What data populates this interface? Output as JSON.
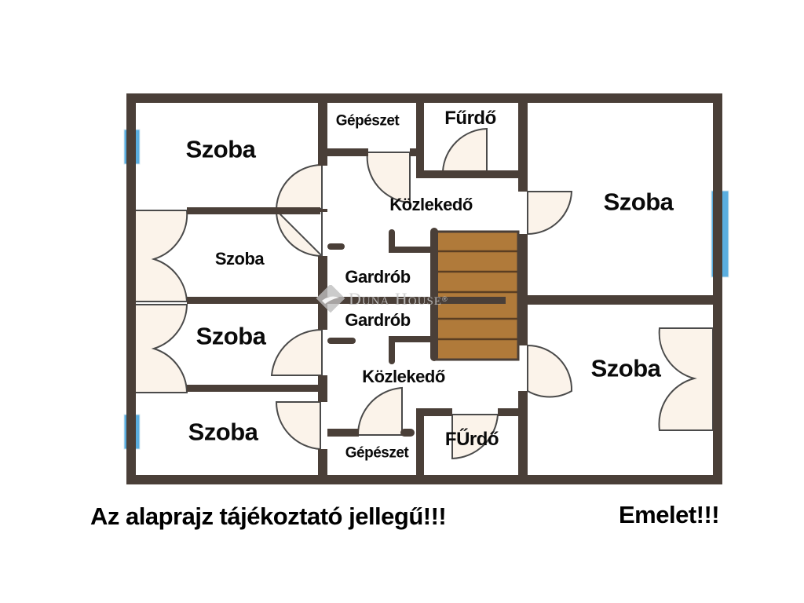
{
  "plan": {
    "type": "floor-plan",
    "level": "Emelet!!!",
    "colors": {
      "wall": "#4a3f38",
      "stairs": "#b07a3a",
      "stairs_line": "#5b3e22",
      "door_fill": "#fbf3ea",
      "door_stroke": "#4a4a4a",
      "window": "#5aaee0",
      "background": "#ffffff"
    },
    "rooms": [
      {
        "id": "room-nw",
        "label": "Szoba"
      },
      {
        "id": "room-w2",
        "label": "Szoba"
      },
      {
        "id": "room-w3",
        "label": "Szoba"
      },
      {
        "id": "room-sw",
        "label": "Szoba"
      },
      {
        "id": "room-ne",
        "label": "Szoba"
      },
      {
        "id": "room-se",
        "label": "Szoba"
      },
      {
        "id": "utility-n",
        "label": "Gépészet"
      },
      {
        "id": "bath-n",
        "label": "Fűrdő"
      },
      {
        "id": "hall-n",
        "label": "Közlekedő"
      },
      {
        "id": "closet-n",
        "label": "Gardrób"
      },
      {
        "id": "closet-s",
        "label": "Gardrób"
      },
      {
        "id": "hall-s",
        "label": "Közlekedő"
      },
      {
        "id": "utility-s",
        "label": "Gépészet"
      },
      {
        "id": "bath-s",
        "label": "FŰrdő"
      }
    ]
  },
  "watermark": {
    "brand": "Duna House",
    "registered": "®"
  },
  "footer": {
    "disclaimer": "Az alaprajz tájékoztató jellegű!!!",
    "floor": "Emelet!!!"
  }
}
